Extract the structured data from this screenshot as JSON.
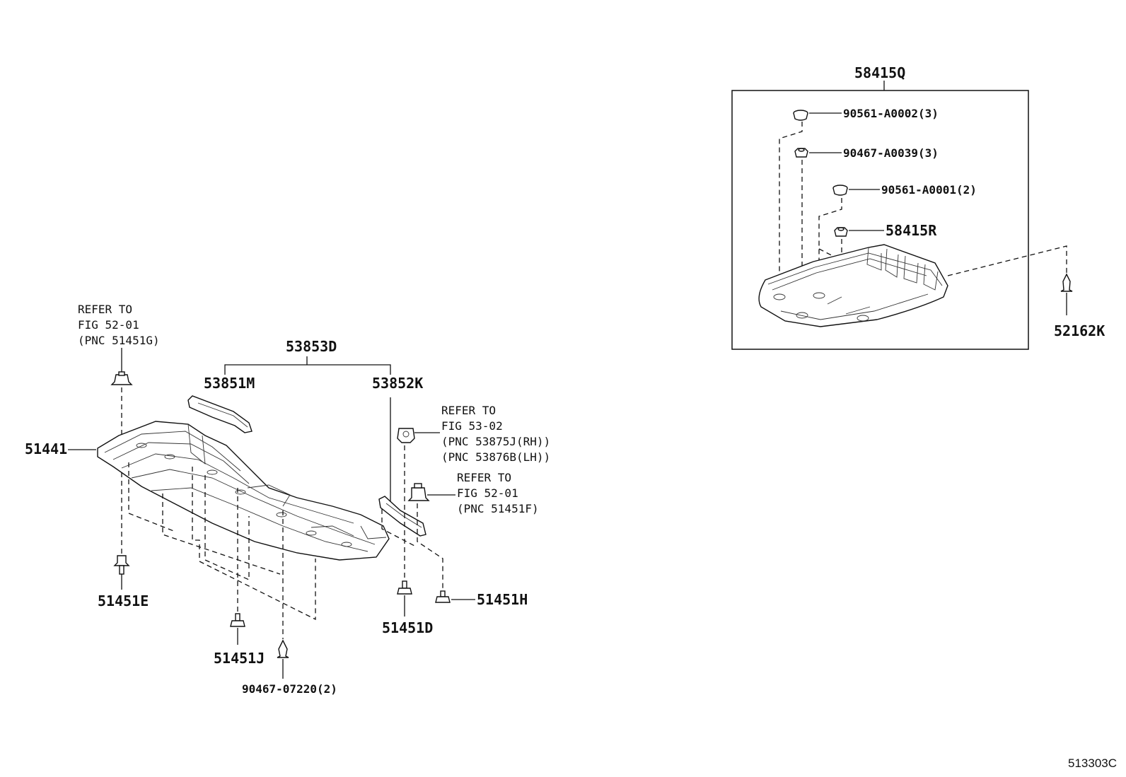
{
  "labels": {
    "p58415Q": "58415Q",
    "p90561A0002": "90561-A0002(3)",
    "p90467A0039": "90467-A0039(3)",
    "p90561A0001": "90561-A0001(2)",
    "p58415R": "58415R",
    "p52162K": "52162K",
    "p53853D": "53853D",
    "p53851M": "53851M",
    "p53852K": "53852K",
    "p51441": "51441",
    "p51451E": "51451E",
    "p51451J": "51451J",
    "p9046707220": "90467-07220(2)",
    "p51451D": "51451D",
    "p51451H": "51451H"
  },
  "refs": {
    "ref1": [
      "REFER TO",
      "FIG 52-01",
      "(PNC 51451G)"
    ],
    "ref2": [
      "REFER TO",
      "FIG 53-02",
      "(PNC 53875J(RH))",
      "(PNC 53876B(LH))"
    ],
    "ref3": [
      "REFER TO",
      "FIG 52-01",
      "(PNC 51451F)"
    ]
  },
  "figure_code": "513303C"
}
